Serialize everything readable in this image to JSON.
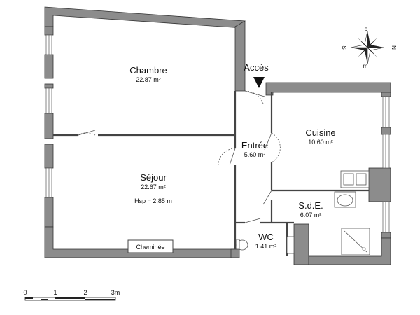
{
  "access_label": "Accès",
  "rooms": [
    {
      "id": "chambre",
      "name": "Chambre",
      "area": "22.87 m²"
    },
    {
      "id": "sejour",
      "name": "Séjour",
      "area": "22.67 m²",
      "note": "Hsp =  2,85 m"
    },
    {
      "id": "entree",
      "name": "Entrée",
      "area": "5.60 m²"
    },
    {
      "id": "cuisine",
      "name": "Cuisine",
      "area": "10.60 m²"
    },
    {
      "id": "sde",
      "name": "S.d.E.",
      "area": "6.07 m²"
    },
    {
      "id": "wc",
      "name": "WC",
      "area": "1.41 m²"
    }
  ],
  "fixture_label": "Cheminée",
  "compass": {
    "n": "N",
    "s": "S",
    "o": "o",
    "m": "m"
  },
  "scale": {
    "ticks": [
      "0",
      "1",
      "2",
      "3m"
    ]
  }
}
